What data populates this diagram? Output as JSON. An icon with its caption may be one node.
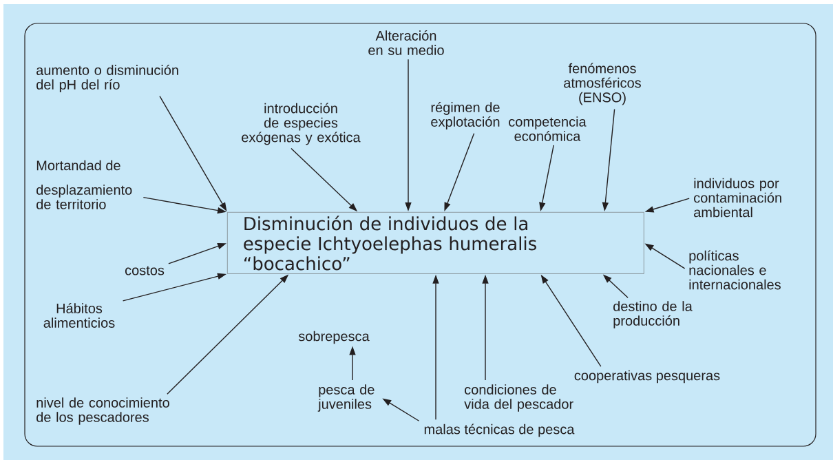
{
  "diagram": {
    "nodes": [
      {
        "text": [
          "Disminución de individuos de la especie Ichtyoelephas humeralis “bocachico”"
        ]
      },
      {
        "text": [
          "Alteración en su medio"
        ]
      },
      {
        "text": [
          "aumento o disminución del pH del río"
        ]
      },
      {
        "text": [
          "introducción de especies exógenas y exótica"
        ]
      },
      {
        "text": [
          "régimen de explotación"
        ]
      },
      {
        "text": [
          "fenómenos atmosféricos (ENSO)"
        ]
      },
      {
        "text": [
          "competencia económica"
        ]
      },
      {
        "text": [
          "desplazamiento de territorio"
        ]
      },
      {
        "text": [
          "individuos por contaminación ambiental"
        ]
      },
      {
        "text": [
          "costos"
        ]
      },
      {
        "text": [
          "políticas nacionales e internacionales"
        ]
      },
      {
        "text": [
          "Hábitos alimenticios"
        ]
      },
      {
        "text": [
          "destino de la producción"
        ]
      },
      {
        "text": [
          "sobrepesca"
        ]
      },
      {
        "text": [
          "pesca de juveniles"
        ]
      },
      {
        "text": [
          "condiciones de vida del pescador"
        ]
      },
      {
        "text": [
          "cooperativas pesqueras"
        ]
      },
      {
        "text": [
          "nivel de conocimiento de los pescadores"
        ]
      },
      {
        "text": [
          "malas técnicas de pesca"
        ]
      }
    ],
    "edges": [
      {
        "from": 1,
        "to": 0,
        "arrow": "to"
      },
      {
        "from": 2,
        "to": 0,
        "arrow": "to"
      },
      {
        "from": 3,
        "to": 0,
        "arrow": "to"
      },
      {
        "from": 4,
        "to": 0,
        "arrow": "to"
      },
      {
        "from": 5,
        "to": 0,
        "arrow": "to"
      },
      {
        "from": 6,
        "to": 0,
        "arrow": "to"
      },
      {
        "from": 7,
        "to": 0,
        "arrow": "to"
      },
      {
        "from": 8,
        "to": 0,
        "arrow": "to"
      },
      {
        "from": 9,
        "to": 0,
        "arrow": "to"
      },
      {
        "from": 10,
        "to": 0,
        "arrow": "to"
      },
      {
        "from": 11,
        "to": 0,
        "arrow": "to"
      },
      {
        "from": 12,
        "to": 0,
        "arrow": "to"
      },
      {
        "from": 14,
        "to": 13,
        "arrow": "to"
      },
      {
        "from": 15,
        "to": 0,
        "arrow": "to"
      },
      {
        "from": 16,
        "to": 0,
        "arrow": "to"
      },
      {
        "from": 17,
        "to": 0,
        "arrow": "to"
      },
      {
        "from": 18,
        "to": 14,
        "arrow": "to"
      },
      {
        "from": 18,
        "to": 0,
        "arrow": "to"
      }
    ],
    "labels": [
      "Mortandad de"
    ]
  }
}
